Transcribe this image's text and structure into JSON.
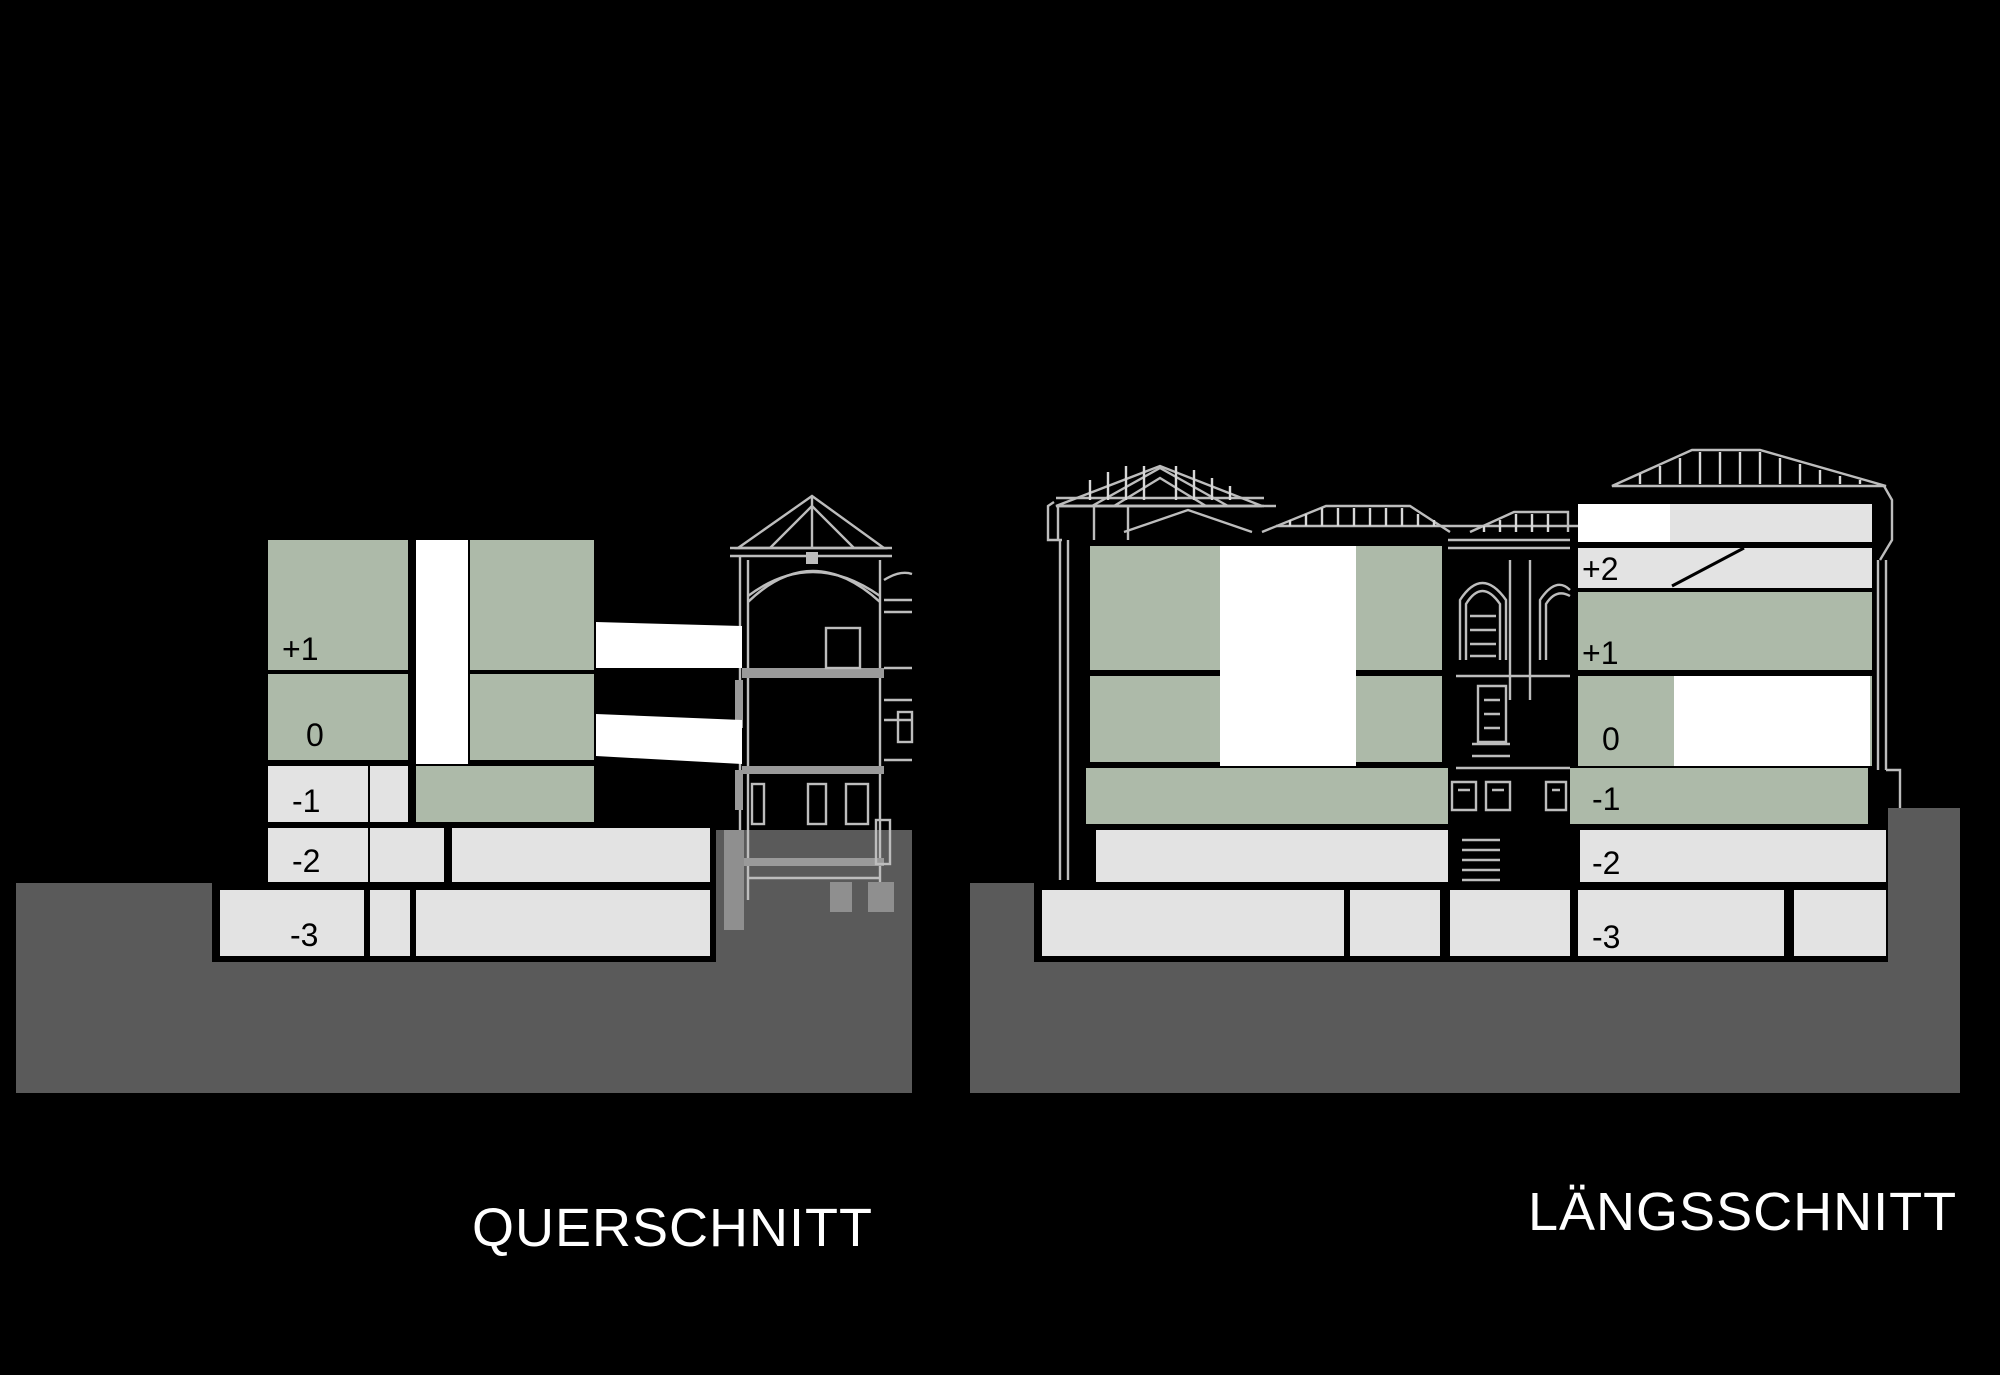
{
  "querschnitt": {
    "title": "QUERSCHNITT",
    "levels": [
      "+1",
      "0",
      "-1",
      "-2",
      "-3"
    ]
  },
  "laengsschnitt": {
    "title": "LÄNGSSCHNITT",
    "levels": [
      "+2",
      "+1",
      "0",
      "-1",
      "-2",
      "-3"
    ]
  },
  "colors": {
    "background": "#000000",
    "ground": "#5a5a5a",
    "new_floors": "#adbaa9",
    "basement": "#e3e3e3",
    "void": "#ffffff",
    "existing_building_lines": "#bdbdbd"
  }
}
